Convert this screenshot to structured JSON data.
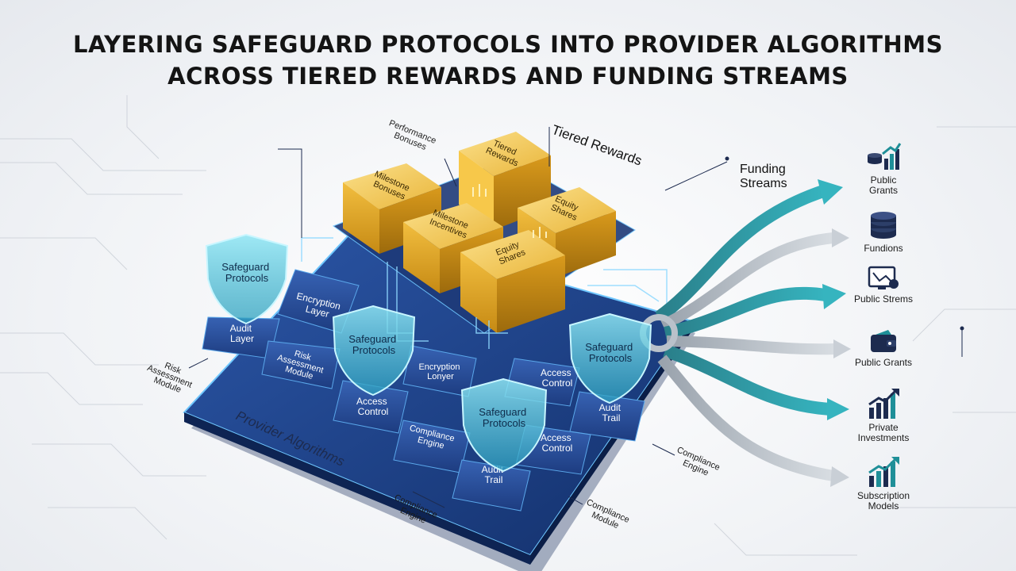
{
  "title": {
    "line1": "LAYERING SAFEGUARD PROTOCOLS INTO PROVIDER ALGORITHMS",
    "line2": "ACROSS TIERED REWARDS AND FUNDING STREAMS"
  },
  "section_labels": {
    "tiered_rewards": "Tiered Rewards",
    "funding_streams_1": "Funding",
    "funding_streams_2": "Streams",
    "provider_algorithms": "Provider Algorithms"
  },
  "reward_blocks": {
    "performance_bonuses_1": "Performance",
    "performance_bonuses_2": "Bonuses",
    "tiered_rewards_1": "Tiered",
    "tiered_rewards_2": "Rewards",
    "milestone_bonuses_1": "Milestone",
    "milestone_bonuses_2": "Bonuses",
    "equity_shares_top_1": "Equity",
    "equity_shares_top_2": "Shares",
    "milestone_incentives_1": "Milestone",
    "milestone_incentives_2": "Incentives",
    "equity_shares_front_1": "Equity",
    "equity_shares_front_2": "Shares"
  },
  "shields": {
    "s1_1": "Safeguard",
    "s1_2": "Protocols",
    "s2_1": "Safeguard",
    "s2_2": "Protocols",
    "s3_1": "Safeguard",
    "s3_2": "Protocols",
    "s4_1": "Safeguard",
    "s4_2": "Protocols"
  },
  "tiles": {
    "encryption_layer_1": "Encryption",
    "encryption_layer_1b": "Layer",
    "audit_layer_1": "Audit",
    "audit_layer_1b": "Layer",
    "risk_module_1": "Risk",
    "risk_module_1b": "Assessment",
    "risk_module_1c": "Module",
    "encryption_layer_2": "Encryption",
    "encryption_layer_2b": "Lonyer",
    "access_control_1": "Access",
    "access_control_1b": "Control",
    "access_control_2": "Access",
    "access_control_2b": "Control",
    "compliance_engine_1": "Compliance",
    "compliance_engine_1b": "Engine",
    "audit_trail_1": "Audit",
    "audit_trail_1b": "Trail",
    "access_control_3": "Access",
    "access_control_3b": "Control",
    "audit_trail_2": "Audit",
    "audit_trail_2b": "Trail"
  },
  "callouts": {
    "risk_1": "Risk",
    "risk_2": "Assessment",
    "risk_3": "Module",
    "compliance_engine_right_1": "Compliance",
    "compliance_engine_right_2": "Engine",
    "compliance_engine_bottom_1": "Compliance",
    "compliance_engine_bottom_2": "Engine",
    "compliance_module_1": "Compliance",
    "compliance_module_2": "Module"
  },
  "funding_items": [
    {
      "icon": "bar-chart-coins-icon",
      "label_1": "Public",
      "label_2": "Grants"
    },
    {
      "icon": "coin-stack-icon",
      "label_1": "Fundions",
      "label_2": ""
    },
    {
      "icon": "monitor-chart-icon",
      "label_1": "Public Strems",
      "label_2": ""
    },
    {
      "icon": "wallet-icon",
      "label_1": "Public Grants",
      "label_2": ""
    },
    {
      "icon": "growth-chart-icon",
      "label_1": "Private",
      "label_2": "Investments"
    },
    {
      "icon": "growth-chart-teal-icon",
      "label_1": "Subscription",
      "label_2": "Models"
    }
  ],
  "colors": {
    "platform_blue": "#1c3f86",
    "tile_blue": "#2a4f99",
    "gold": "#e3a81c",
    "teal": "#1f8f98",
    "shield_cyan": "#5fd0e6",
    "dark_navy": "#1d2b4f"
  }
}
